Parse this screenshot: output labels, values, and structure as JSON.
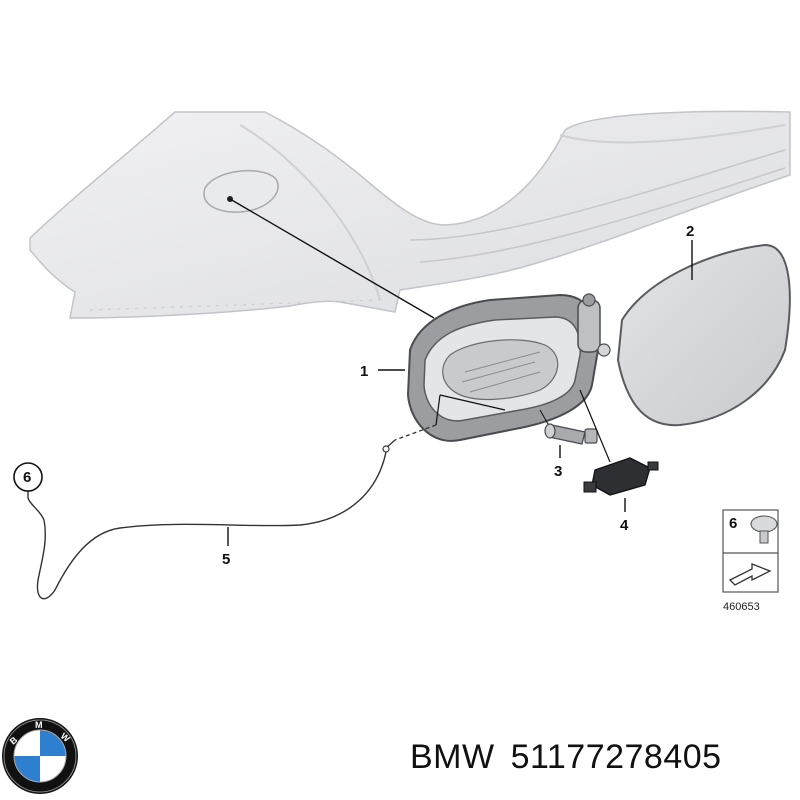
{
  "diagram": {
    "callouts": {
      "c1": "1",
      "c2": "2",
      "c3": "3",
      "c4": "4",
      "c5": "5",
      "c6": "6"
    },
    "legend_box": {
      "item_number": "6",
      "reference_number": "460653"
    }
  },
  "footer": {
    "brand": "BMW",
    "part_number": "51177278405"
  },
  "logo": {
    "letters": "BMW",
    "colors": {
      "blue": "#2f7fd0",
      "white": "#ffffff",
      "ring": "#111111"
    }
  }
}
